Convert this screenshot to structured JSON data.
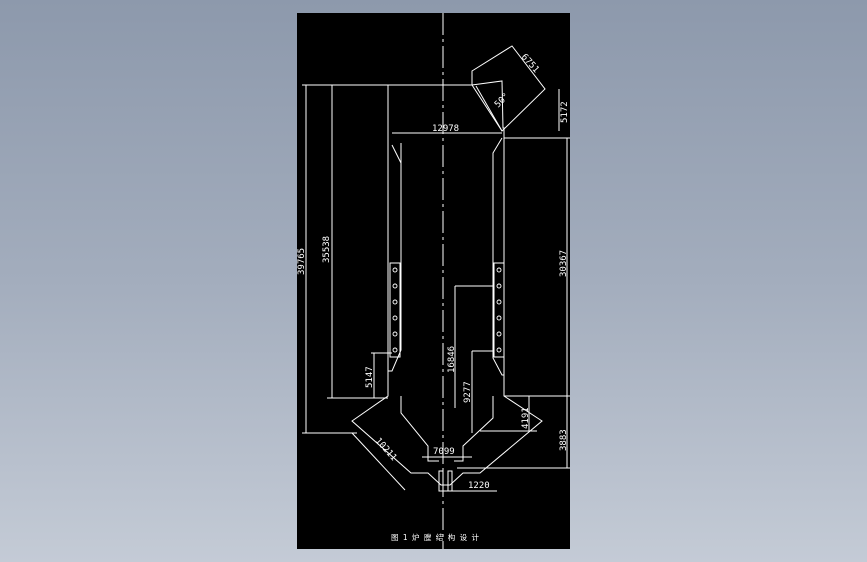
{
  "caption": "图 1  炉 膛 结 构 设 计",
  "dimensions": {
    "top_width": "12978",
    "total_height_left": "39765",
    "upper_height_left": "35538",
    "upper_height_right": "30367",
    "lower_left_step": "5147",
    "lower_right_step": "4191",
    "inner_height_a": "16846",
    "inner_height_b": "9277",
    "bottom_height": "3883",
    "hopper_slant": "10211",
    "hopper_width": "7099",
    "throat_width": "1220",
    "nose_length": "6751",
    "nose_angle": "50°",
    "nose_height": "5172"
  },
  "colors": {
    "background": "#000000",
    "geometry": "#ffffff"
  }
}
